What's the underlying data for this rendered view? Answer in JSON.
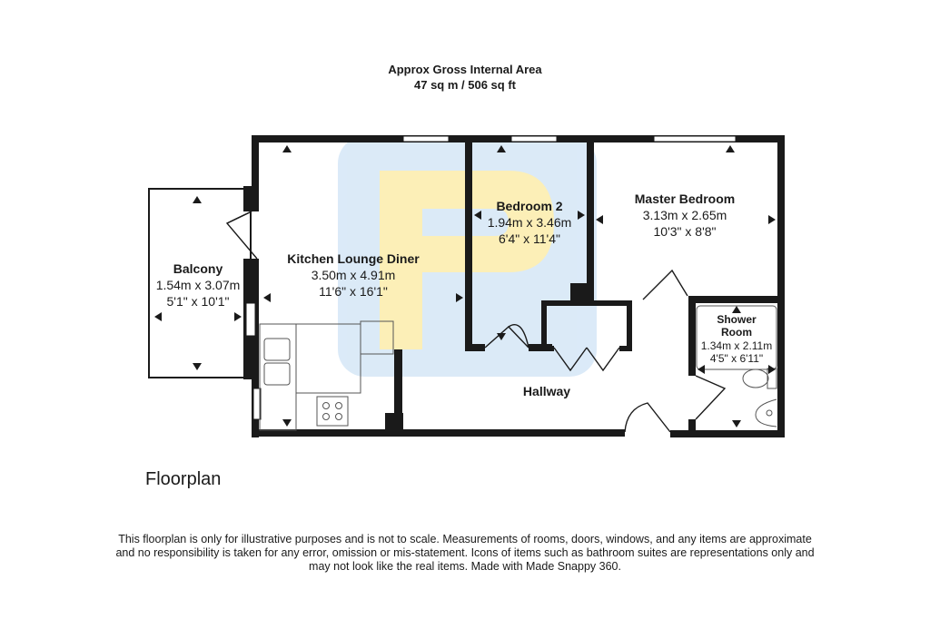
{
  "header": {
    "area_title": "Approx Gross Internal Area",
    "area_value": "47 sq m / 506 sq ft"
  },
  "rooms": {
    "balcony": {
      "name": "Balcony",
      "metric": "1.54m x 3.07m",
      "imperial": "5'1\" x 10'1\""
    },
    "kitchen": {
      "name": "Kitchen Lounge Diner",
      "metric": "3.50m x 4.91m",
      "imperial": "11'6\" x 16'1\""
    },
    "bedroom2": {
      "name": "Bedroom 2",
      "metric": "1.94m x 3.46m",
      "imperial": "6'4\" x 11'4\""
    },
    "master": {
      "name": "Master Bedroom",
      "metric": "3.13m x 2.65m",
      "imperial": "10'3\" x 8'8\""
    },
    "shower": {
      "name_line1": "Shower",
      "name_line2": "Room",
      "metric": "1.34m x 2.11m",
      "imperial": "4'5\" x 6'11\""
    },
    "hallway": {
      "name": "Hallway"
    }
  },
  "caption": "Floorplan",
  "disclaimer": {
    "line1": "This floorplan is only for illustrative purposes and is not to scale. Measurements of rooms, doors, windows, and any items are approximate",
    "line2": "and no responsibility is taken for any error, omission or mis-statement. Icons of items such as bathroom suites are representations only and",
    "line3": "may not look like the real items. Made with Made Snappy 360."
  },
  "colors": {
    "wall": "#1a1a1a",
    "watermark_blue": "#cfe3f5",
    "watermark_yellow": "#fbeaa0"
  }
}
